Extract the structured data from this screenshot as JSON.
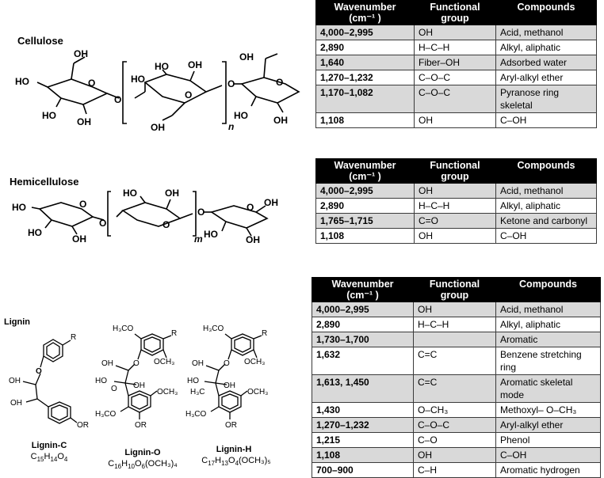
{
  "sections": {
    "cellulose": "Cellulose",
    "hemicellulose": "Hemicellulose",
    "lignin": "Lignin"
  },
  "atoms": {
    "OH": "OH",
    "O": "O",
    "HO": "HO",
    "n": "n",
    "m": "m",
    "R": "R",
    "OR": "OR",
    "H3CO": "H₃CO",
    "OCH3": "OCH₃",
    "H3C": "H₃C"
  },
  "lignin_units": [
    {
      "name": "Lignin-C",
      "formula_main": "C",
      "f1": "15",
      "f2": "H",
      "f3": "14",
      "f4": "O",
      "f5": "4",
      "f6": ""
    },
    {
      "name": "Lignin-O",
      "formula_main": "C",
      "f1": "16",
      "f2": "H",
      "f3": "10",
      "f4": "O",
      "f5": "6",
      "f6": "(OCH₃)₄"
    },
    {
      "name": "Lignin-H",
      "formula_main": "C",
      "f1": "17",
      "f2": "H",
      "f3": "13",
      "f4": "O",
      "f5": "4",
      "f6": "(OCH₃)₅"
    }
  ],
  "table_headers": {
    "wavenumber": "Wavenumber",
    "unit": "(cm⁻¹ )",
    "functional": "Functional",
    "group": "group",
    "compounds": "Compounds"
  },
  "tables": {
    "cellulose": [
      [
        "4,000–2,995",
        "OH",
        "Acid, methanol"
      ],
      [
        "2,890",
        "H–C–H",
        "Alkyl, aliphatic"
      ],
      [
        "1,640",
        "Fiber–OH",
        "Adsorbed water"
      ],
      [
        "1,270–1,232",
        "C–O–C",
        "Aryl-alkyl ether"
      ],
      [
        "1,170–1,082",
        "C–O–C",
        "Pyranose ring skeletal"
      ],
      [
        "1,108",
        "OH",
        "C–OH"
      ]
    ],
    "hemicellulose": [
      [
        "4,000–2,995",
        "OH",
        "Acid, methanol"
      ],
      [
        "2,890",
        "H–C–H",
        "Alkyl, aliphatic"
      ],
      [
        "1,765–1,715",
        "C=O",
        "Ketone and carbonyl"
      ],
      [
        "1,108",
        "OH",
        "C–OH"
      ]
    ],
    "lignin": [
      [
        "4,000–2,995",
        "OH",
        "Acid, methanol"
      ],
      [
        "2,890",
        "H–C–H",
        "Alkyl, aliphatic"
      ],
      [
        "1,730–1,700",
        "",
        "Aromatic"
      ],
      [
        "1,632",
        "C=C",
        "Benzene stretching ring"
      ],
      [
        "1,613, 1,450",
        "C=C",
        "Aromatic skeletal mode"
      ],
      [
        "1,430",
        "O–CH₃",
        "Methoxyl– O–CH₃"
      ],
      [
        "1,270–1,232",
        "C–O–C",
        "Aryl-alkyl ether"
      ],
      [
        "1,215",
        "C–O",
        "Phenol"
      ],
      [
        "1,108",
        "OH",
        "C–OH"
      ],
      [
        "700–900",
        "C–H",
        "Aromatic hydrogen"
      ]
    ]
  }
}
